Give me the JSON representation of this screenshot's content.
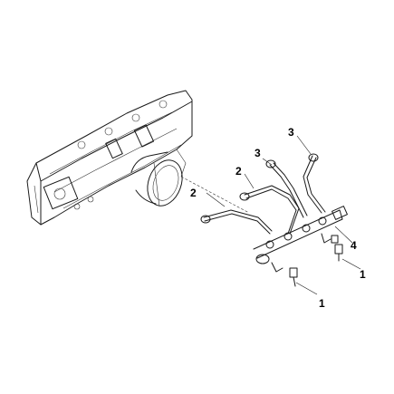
{
  "callouts": {
    "c1": "1",
    "c2": "1",
    "c3": "2",
    "c4": "2",
    "c5": "3",
    "c6": "3",
    "c7": "4"
  }
}
